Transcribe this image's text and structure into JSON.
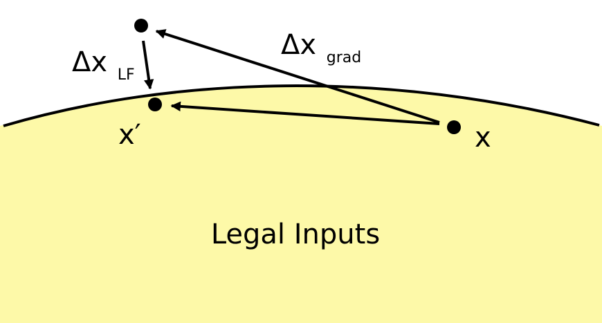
{
  "diagram": {
    "region_label": "Legal Inputs",
    "points": {
      "x": "x",
      "x_prime": "x′"
    },
    "vectors": {
      "grad": {
        "symbol": "Δx",
        "subscript": "grad"
      },
      "lf": {
        "symbol": "Δx",
        "subscript": "LF"
      }
    },
    "colors": {
      "region_fill": "#fdf9a8",
      "stroke": "#000000",
      "background": "#ffffff"
    }
  }
}
